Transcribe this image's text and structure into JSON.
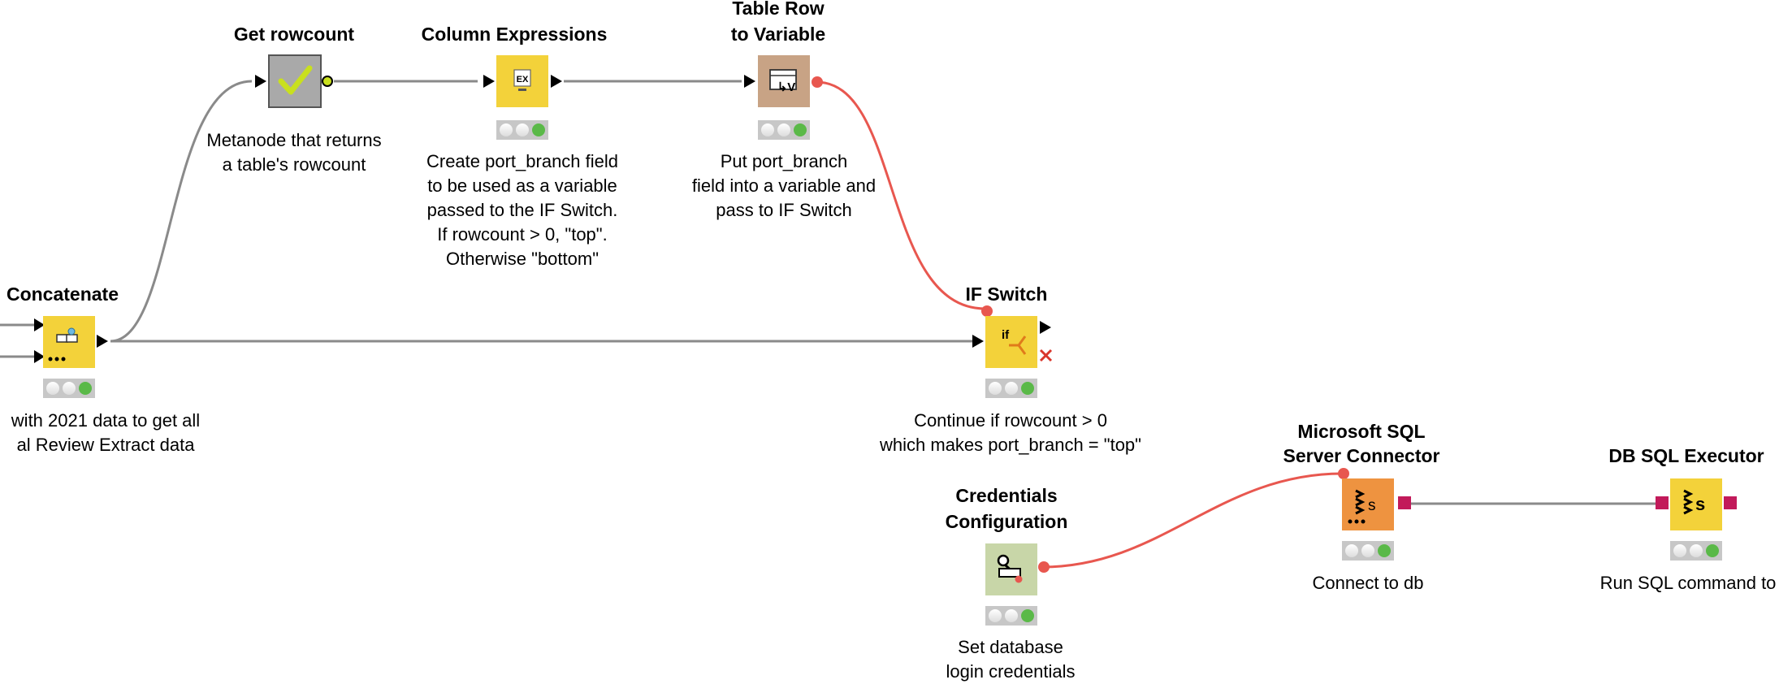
{
  "workflow": {
    "colors": {
      "data_connection": "#8a8a8a",
      "variable_connection": "#e8574f",
      "manipulator_node": "#f3d23a",
      "metanode": "#a9a9a9",
      "flow_variable_node": "#c8a385",
      "config_node": "#c8d6a8",
      "connector_node": "#ee9340",
      "db_port": "#c21a5a",
      "status_green": "#5ab948",
      "status_off": "#f0f0f0",
      "status_tray": "#c7c7c7"
    },
    "nodes": {
      "concatenate": {
        "icon": "concatenate-icon",
        "title": [
          "Concatenate"
        ],
        "desc": [
          "with 2021 data to get all",
          "al Review Extract data"
        ]
      },
      "get_rowcount": {
        "icon": "checkmark-icon",
        "title": [
          "Get rowcount"
        ],
        "desc": [
          "Metanode that returns",
          "a table's rowcount"
        ]
      },
      "column_expressions": {
        "icon": "expression-icon",
        "title": [
          "Column Expressions"
        ],
        "desc": [
          "Create port_branch field",
          "to be used as a variable",
          "passed to the IF Switch.",
          "If rowcount > 0, \"top\".",
          "Otherwise \"bottom\""
        ]
      },
      "table_row_to_variable": {
        "icon": "table-to-variable-icon",
        "title": [
          "Table Row",
          "to Variable"
        ],
        "desc": [
          "Put port_branch",
          "field into a variable and",
          "pass to IF Switch"
        ]
      },
      "if_switch": {
        "icon": "if-switch-icon",
        "title": [
          "IF Switch"
        ],
        "desc": [
          "Continue if rowcount > 0",
          "which makes port_branch = \"top\""
        ]
      },
      "credentials_configuration": {
        "icon": "credentials-icon",
        "title": [
          "Credentials",
          "Configuration"
        ],
        "desc": [
          "Set database",
          "login credentials"
        ]
      },
      "mssql_connector": {
        "icon": "database-connector-icon",
        "title": [
          "Microsoft SQL",
          "Server Connector"
        ],
        "desc": [
          "Connect to db"
        ]
      },
      "db_sql_executor": {
        "icon": "database-executor-icon",
        "title": [
          "DB SQL Executor"
        ],
        "desc": [
          "Run SQL command to"
        ]
      }
    }
  }
}
